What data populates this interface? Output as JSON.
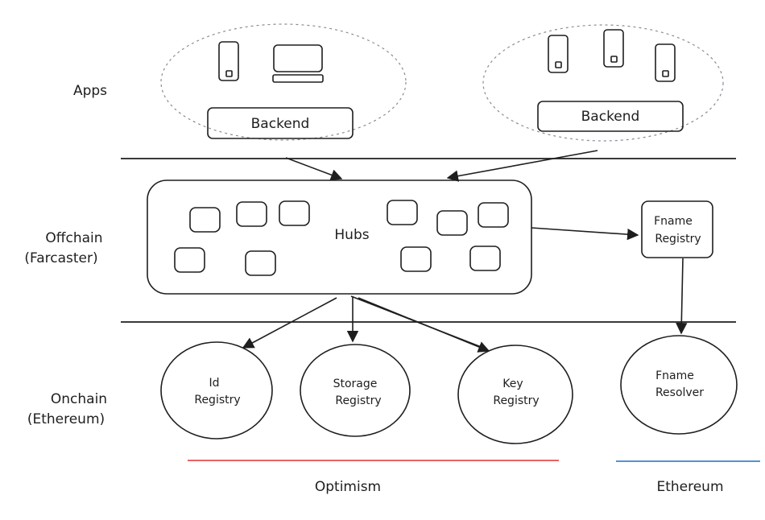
{
  "lanes": {
    "apps": "Apps",
    "offchain_line1": "Offchain",
    "offchain_line2": "(Farcaster)",
    "onchain_line1": "Onchain",
    "onchain_line2": "(Ethereum)"
  },
  "apps": {
    "left_backend": "Backend",
    "right_backend": "Backend"
  },
  "hubs": {
    "label": "Hubs"
  },
  "fname_registry": {
    "line1": "Fname",
    "line2": "Registry"
  },
  "contracts": {
    "id_registry": {
      "line1": "Id",
      "line2": "Registry"
    },
    "storage_registry": {
      "line1": "Storage",
      "line2": "Registry"
    },
    "key_registry": {
      "line1": "Key",
      "line2": "Registry"
    },
    "fname_resolver": {
      "line1": "Fname",
      "line2": "Resolver"
    }
  },
  "chains": {
    "optimism": "Optimism",
    "optimism_color": "#e03131",
    "ethereum": "Ethereum",
    "ethereum_color": "#1971c2"
  },
  "colors": {
    "ink": "#1e1e1e",
    "dashed": "#868e96"
  }
}
